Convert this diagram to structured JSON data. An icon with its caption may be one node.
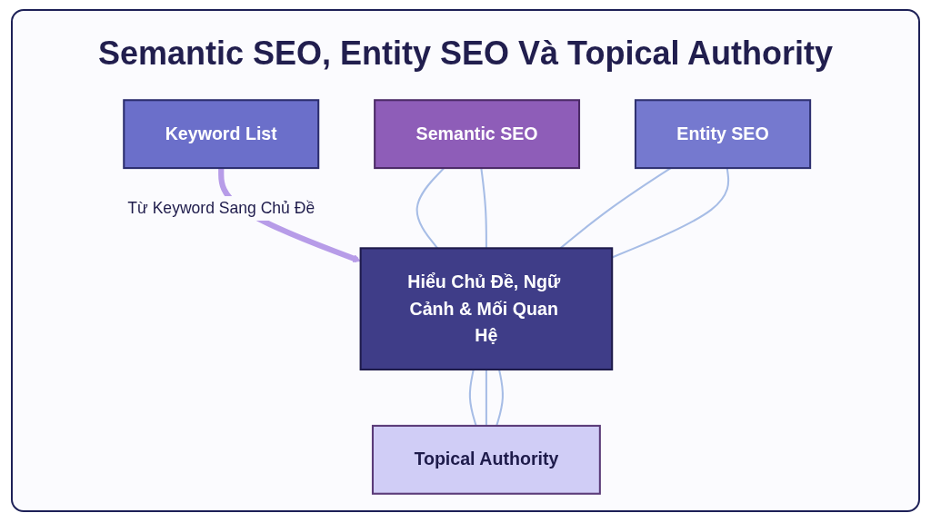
{
  "diagram": {
    "title": "Semantic SEO, Entity SEO Và Topical Authority",
    "nodes": [
      {
        "text": [
          "Keyword List"
        ]
      },
      {
        "text": [
          "Semantic SEO"
        ]
      },
      {
        "text": [
          "Entity SEO"
        ]
      },
      {
        "text": [
          "Hiểu Chủ Đề, Ngữ Cảnh & Mối Quan Hệ"
        ]
      },
      {
        "text": [
          "Topical Authority"
        ]
      }
    ],
    "edges": [
      {
        "from": 0,
        "to": 3,
        "arrow": "to",
        "label": "Từ Keyword Sang Chủ Đề",
        "style": "thick",
        "color": "#b79ce8"
      },
      {
        "from": 1,
        "to": 3,
        "arrow": "none"
      },
      {
        "from": 1,
        "to": 3,
        "arrow": "none"
      },
      {
        "from": 2,
        "to": 3,
        "arrow": "none"
      },
      {
        "from": 2,
        "to": 3,
        "arrow": "none"
      },
      {
        "from": 3,
        "to": 4,
        "arrow": "none"
      },
      {
        "from": 3,
        "to": 4,
        "arrow": "none"
      },
      {
        "from": 3,
        "to": 4,
        "arrow": "none"
      }
    ]
  }
}
